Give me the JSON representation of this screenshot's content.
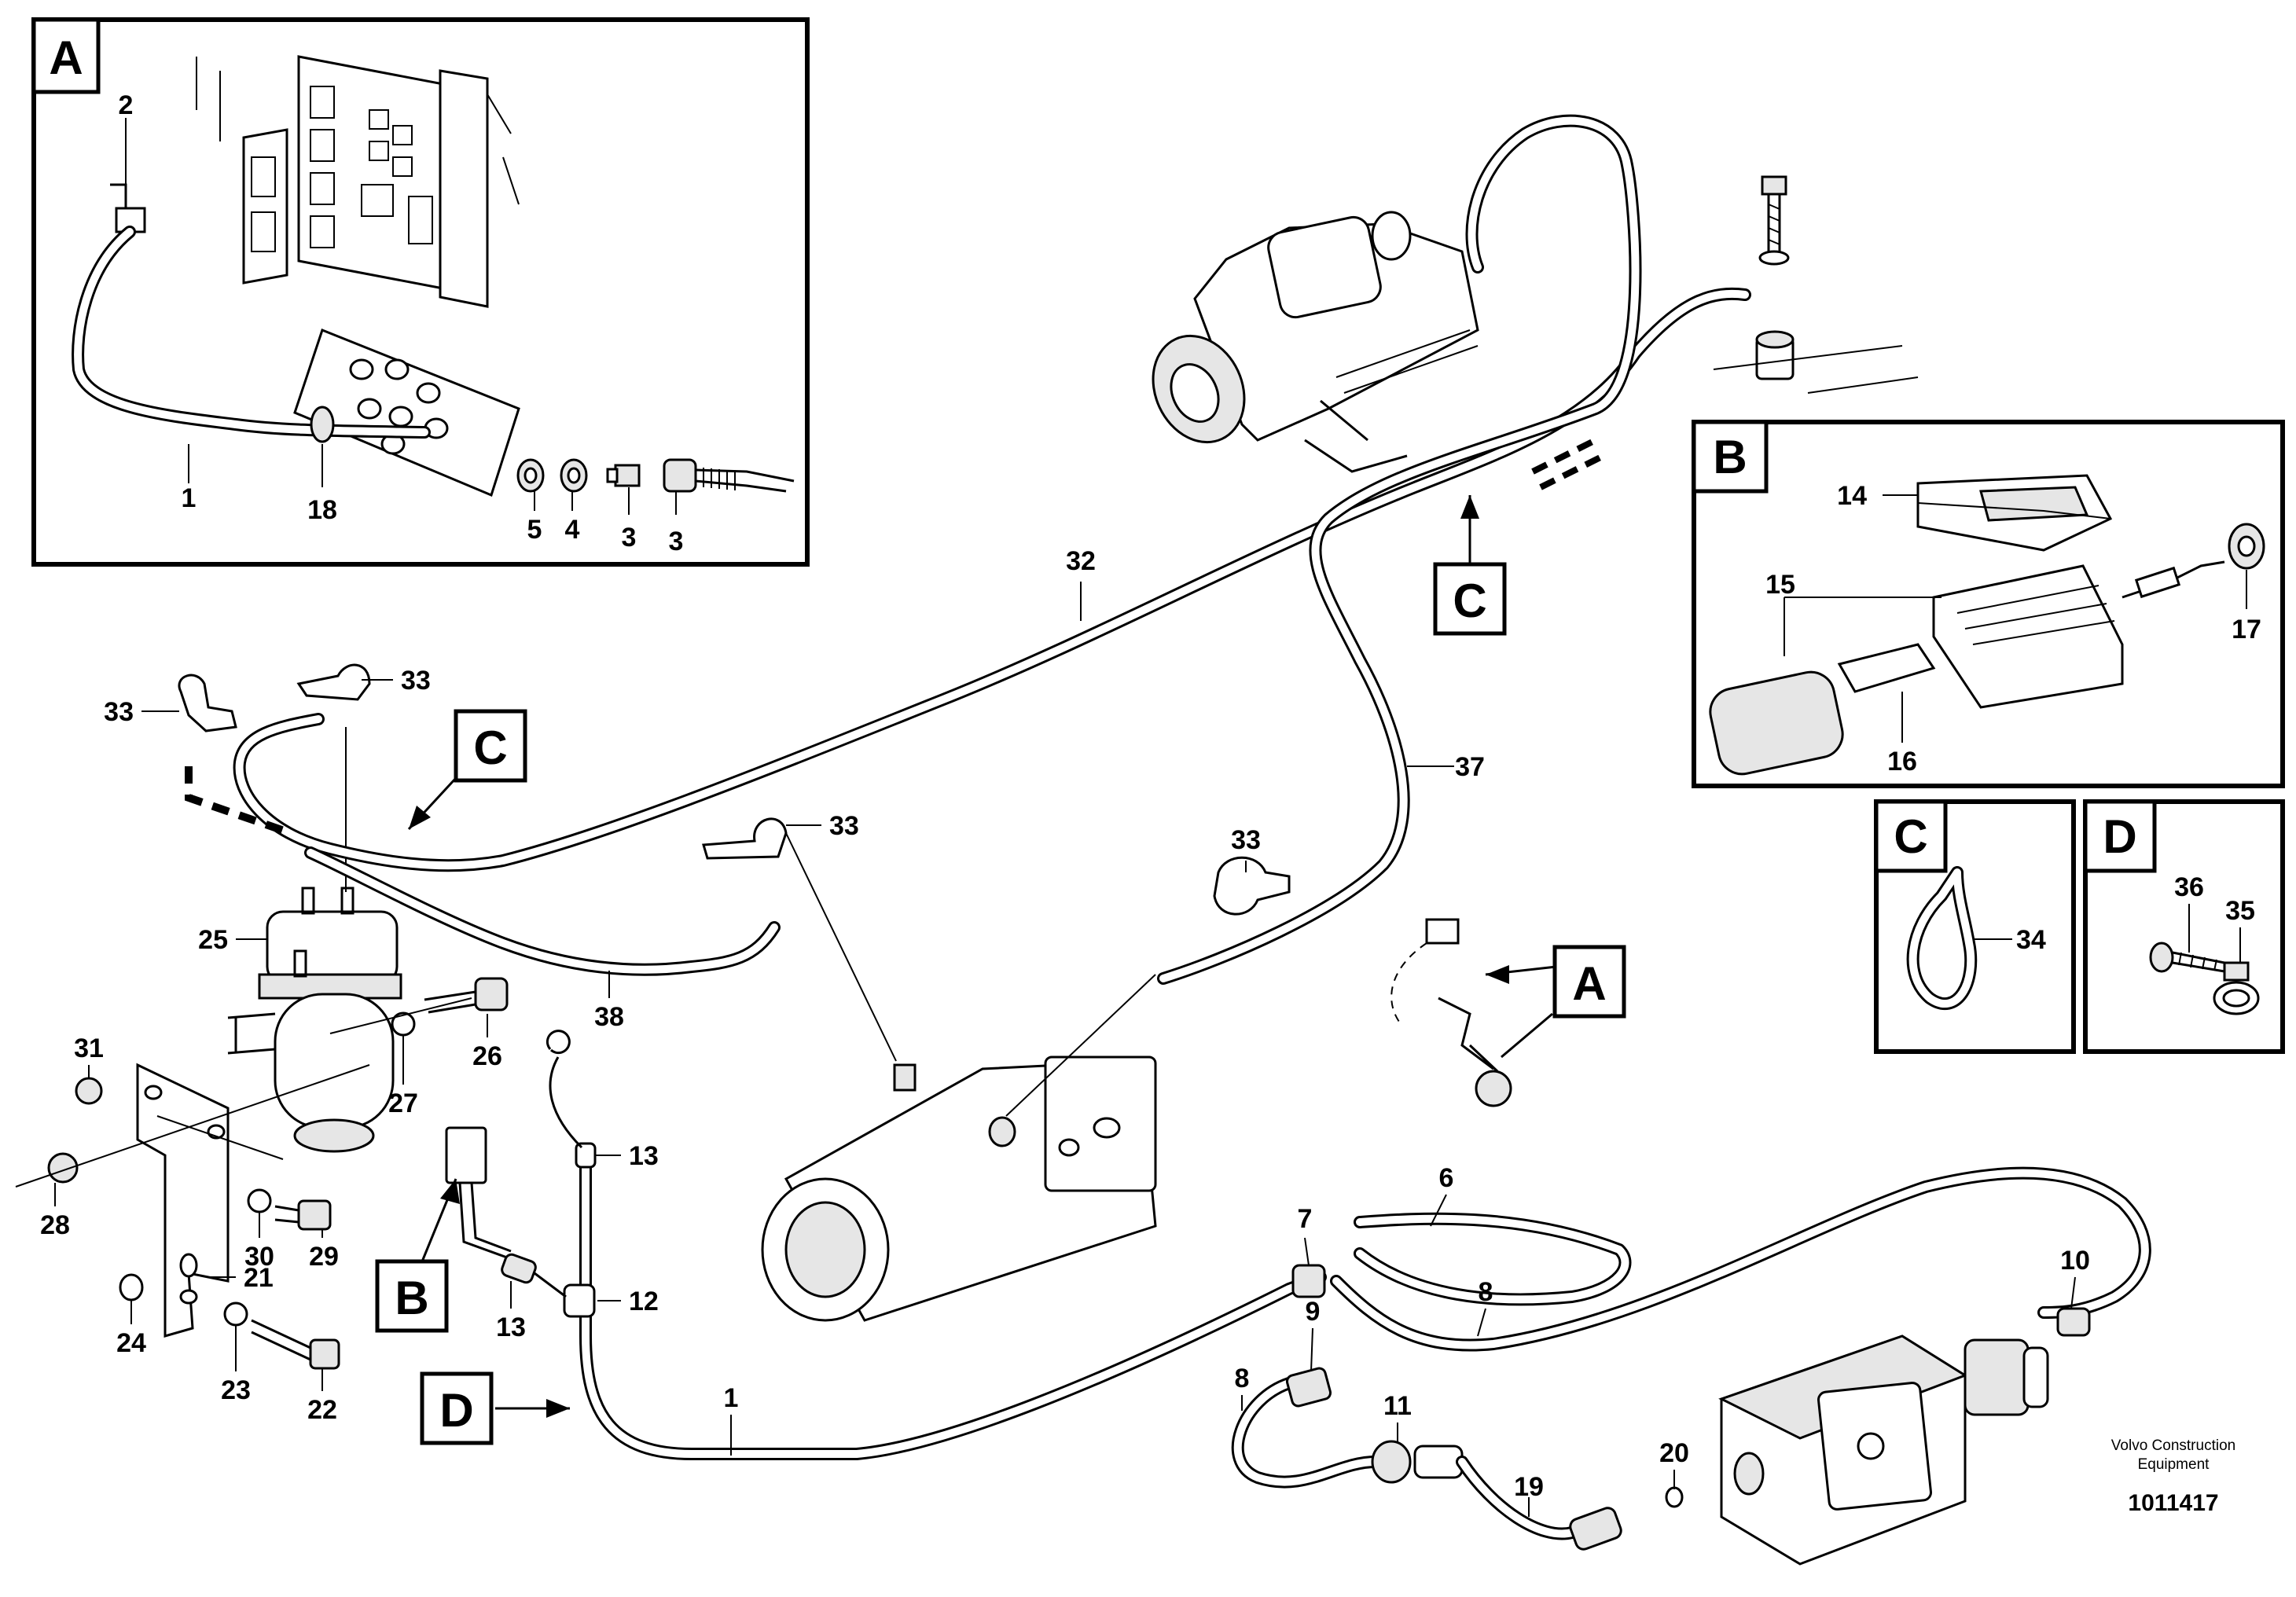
{
  "diagram": {
    "panel_letters": {
      "A": "A",
      "B": "B",
      "C": "C",
      "D": "D"
    },
    "callout_tags": {
      "A": "A",
      "B": "B",
      "C": "C",
      "D": "D"
    },
    "panel_a_labels": {
      "n1": "1",
      "n2": "2",
      "n18": "18",
      "n5": "5",
      "n4": "4",
      "n3a": "3",
      "n3b": "3"
    },
    "panel_b_labels": {
      "n14": "14",
      "n15": "15",
      "n16": "16",
      "n17": "17"
    },
    "panel_c_labels": {
      "n34": "34"
    },
    "panel_d_labels": {
      "n36": "36",
      "n35": "35"
    },
    "main_labels": {
      "n32": "32",
      "n37": "37",
      "n38": "38",
      "n33a": "33",
      "n33b": "33",
      "n33c": "33",
      "n33d": "33",
      "n25": "25",
      "n26": "26",
      "n27": "27",
      "n31": "31",
      "n28": "28",
      "n30": "30",
      "n29": "29",
      "n21": "21",
      "n24": "24",
      "n23": "23",
      "n22": "22",
      "n13a": "13",
      "n13b": "13",
      "n12": "12",
      "n1": "1",
      "n6": "6",
      "n7": "7",
      "n8a": "8",
      "n8b": "8",
      "n9": "9",
      "n10": "10",
      "n11": "11",
      "n19": "19",
      "n20": "20"
    },
    "footer": {
      "brand_line1": "Volvo Construction",
      "brand_line2": "Equipment",
      "doc_number": "1011417"
    }
  }
}
